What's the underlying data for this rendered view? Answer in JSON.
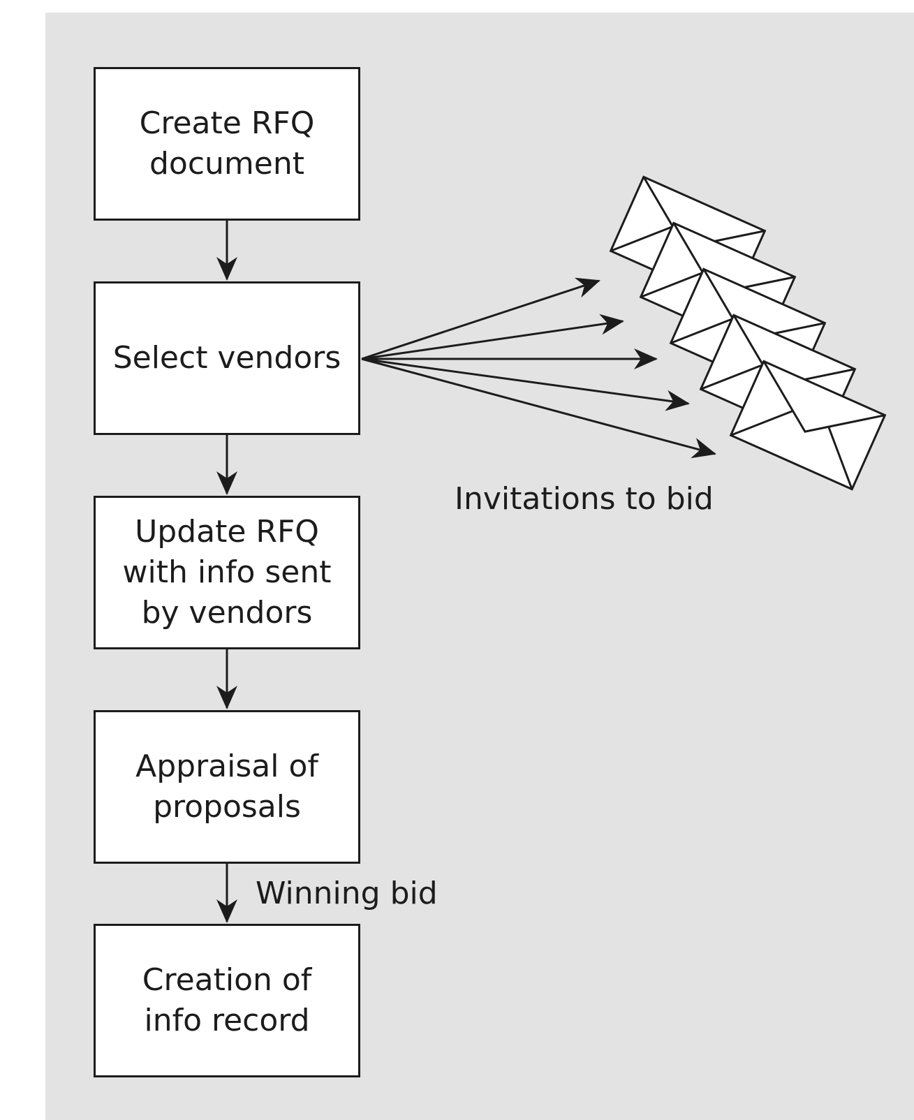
{
  "steps": {
    "create_rfq": "Create RFQ\ndocument",
    "select_vendors": "Select vendors",
    "update_rfq": "Update RFQ\nwith info sent\nby vendors",
    "appraisal": "Appraisal of\nproposals",
    "creation": "Creation of\ninfo record"
  },
  "labels": {
    "invitations": "Invitations to bid",
    "winning_bid": "Winning bid"
  },
  "icons": {
    "envelope": "envelope-icon"
  },
  "colors": {
    "panel_background": "#e3e3e3",
    "box_fill": "#ffffff",
    "stroke": "#1c1c1c"
  }
}
